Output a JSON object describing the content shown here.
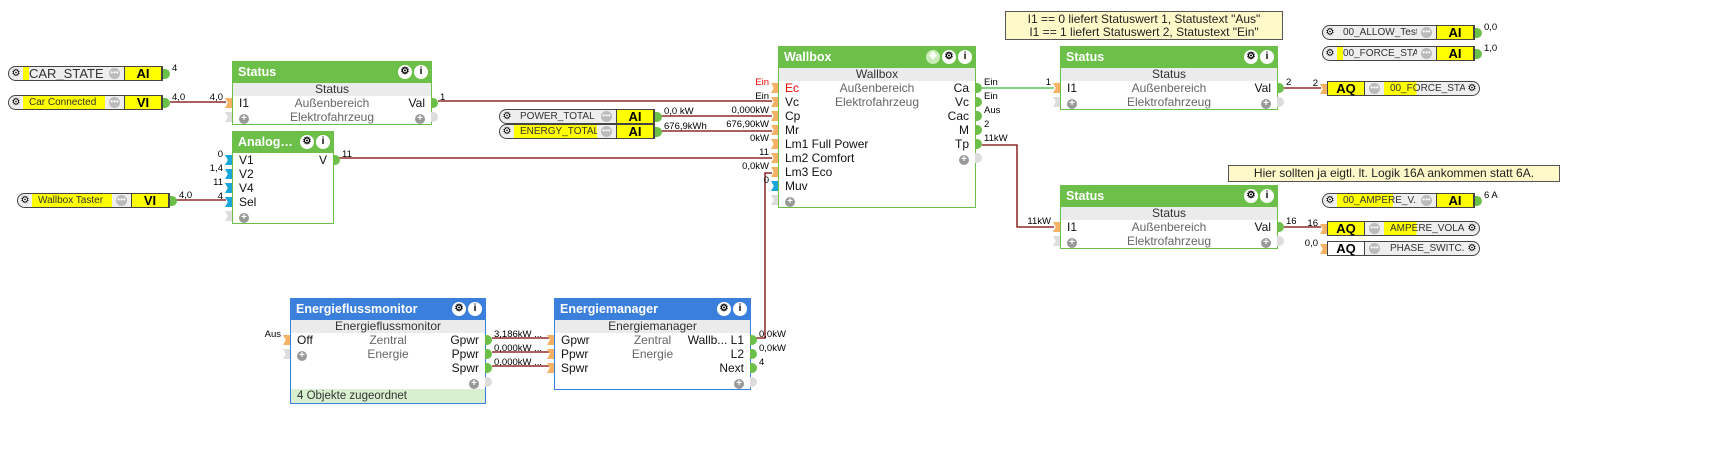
{
  "colors": {
    "logic_block": "#6cc04a",
    "energy_block": "#3b7fdc",
    "wire": "#7a0000",
    "active_wire": "#3cb93c"
  },
  "notes": [
    {
      "lines": [
        "I1 == 0 liefert Statuswert 1, Statustext \"Aus\"",
        "I1 == 1 liefert Statuswert 2, Statustext \"Ein\""
      ]
    },
    {
      "lines": [
        "Hier sollten ja eigtl. lt. Logik 16A ankommen statt 6A."
      ]
    }
  ],
  "io_objects": [
    {
      "name": "CAR_STATE",
      "type": "AI",
      "value": "4",
      "dir": "in"
    },
    {
      "name": "Car Connected",
      "type": "VI",
      "value": "4,0",
      "dir": "in"
    },
    {
      "name": "Wallbox Taster",
      "type": "VI",
      "value": "4,0",
      "dir": "in"
    },
    {
      "name": "POWER_TOTAL",
      "type": "AI",
      "value": "0,0 kW",
      "dir": "in"
    },
    {
      "name": "ENERGY_TOTAL",
      "type": "AI",
      "value": "676,9kWh",
      "dir": "in"
    },
    {
      "name": "00_ALLOW_Test",
      "type": "AI",
      "value": "0,0",
      "dir": "in"
    },
    {
      "name": "00_FORCE_STA...",
      "type": "AI",
      "value": "1,0",
      "dir": "in"
    },
    {
      "name": "00_FORCE_STA...",
      "type": "AQ",
      "value": "2",
      "dir": "out"
    },
    {
      "name": "00_AMPERE_V...",
      "type": "AI",
      "value": "6 A",
      "dir": "in"
    },
    {
      "name": "AMPERE_VOLA...",
      "type": "AQ",
      "value": "16",
      "dir": "out"
    },
    {
      "name": "PHASE_SWITC...",
      "type": "AQ",
      "value": "0,0",
      "dir": "out"
    }
  ],
  "blocks": [
    {
      "title": "Status",
      "subtitle": "Status",
      "color": "green",
      "rows": [
        [
          "I1",
          "Außenbereich",
          "Val"
        ],
        [
          "+",
          "Elektrofahrzeug",
          "+"
        ]
      ],
      "in_values": [
        "4,0",
        ""
      ],
      "out_values": [
        "1",
        ""
      ]
    },
    {
      "title": "Analog…",
      "subtitle": "",
      "color": "green",
      "rows": [
        [
          "V1",
          "",
          "V"
        ],
        [
          "V2",
          "",
          ""
        ],
        [
          "V4",
          "",
          ""
        ],
        [
          "Sel",
          "",
          ""
        ],
        [
          "+",
          "",
          ""
        ]
      ],
      "in_values": [
        "0",
        "1,4",
        "11",
        "4",
        ""
      ],
      "out_values": [
        "11"
      ]
    },
    {
      "title": "Wallbox",
      "subtitle": "Wallbox",
      "color": "green",
      "rows": [
        [
          "Ec",
          "Außenbereich",
          "Ca"
        ],
        [
          "Vc",
          "Elektrofahrzeug",
          "Vc"
        ],
        [
          "Cp",
          "",
          "Cac"
        ],
        [
          "Mr",
          "",
          "M"
        ],
        [
          "Lm1 Full Power",
          "",
          "Tp"
        ],
        [
          "Lm2 Comfort",
          "",
          "+"
        ],
        [
          "Lm3 Eco",
          "",
          ""
        ],
        [
          "Muv",
          "",
          ""
        ],
        [
          "+",
          "",
          ""
        ]
      ],
      "in_values": [
        "Ein",
        "Ein",
        "0,000kW",
        "676,90kW",
        "0kW",
        "11",
        "0,0kW",
        "0",
        ""
      ],
      "out_values": [
        "Ein",
        "Ein",
        "Aus",
        "2",
        "11kW"
      ]
    },
    {
      "title": "Status",
      "subtitle": "Status",
      "color": "green",
      "rows": [
        [
          "I1",
          "Außenbereich",
          "Val"
        ],
        [
          "+",
          "Elektrofahrzeug",
          "+"
        ]
      ],
      "in_values": [
        "1",
        ""
      ],
      "out_values": [
        "2",
        ""
      ]
    },
    {
      "title": "Status",
      "subtitle": "Status",
      "color": "green",
      "rows": [
        [
          "I1",
          "Außenbereich",
          "Val"
        ],
        [
          "+",
          "Elektrofahrzeug",
          "+"
        ]
      ],
      "in_values": [
        "11kW",
        ""
      ],
      "out_values": [
        "16",
        ""
      ]
    },
    {
      "title": "Energieflussmonitor",
      "subtitle": "Energieflussmonitor",
      "color": "blue",
      "rows": [
        [
          "Off",
          "Zentral",
          "Gpwr"
        ],
        [
          "+",
          "Energie",
          "Ppwr"
        ],
        [
          "",
          "",
          "Spwr"
        ],
        [
          "",
          "",
          "+"
        ]
      ],
      "in_values": [
        "Aus"
      ],
      "out_values": [
        "3,186kW ...",
        "0,000kW ...",
        "0,000kW ..."
      ],
      "footer": "4 Objekte zugeordnet"
    },
    {
      "title": "Energiemanager",
      "subtitle": "Energiemanager",
      "color": "blue",
      "rows": [
        [
          "Gpwr",
          "Zentral",
          "Wallb... L1"
        ],
        [
          "Ppwr",
          "Energie",
          "L2"
        ],
        [
          "Spwr",
          "",
          "Next"
        ],
        [
          "",
          "",
          "+"
        ]
      ],
      "in_values": [],
      "out_values": [
        "0,0kW",
        "0,0kW",
        "4"
      ]
    }
  ]
}
